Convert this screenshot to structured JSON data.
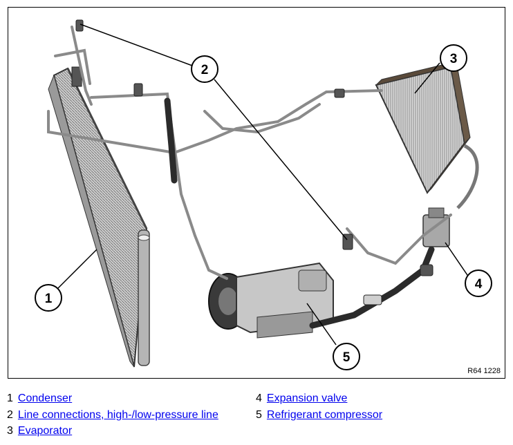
{
  "figure": {
    "reference_code": "R64 1228",
    "callouts": [
      {
        "number": "1"
      },
      {
        "number": "2"
      },
      {
        "number": "3"
      },
      {
        "number": "4"
      },
      {
        "number": "5"
      }
    ]
  },
  "legend": {
    "items": [
      {
        "number": "1",
        "label": "Condenser"
      },
      {
        "number": "2",
        "label": "Line connections, high-/low-pressure line"
      },
      {
        "number": "3",
        "label": "Evaporator"
      },
      {
        "number": "4",
        "label": "Expansion valve"
      },
      {
        "number": "5",
        "label": "Refrigerant compressor"
      }
    ]
  }
}
